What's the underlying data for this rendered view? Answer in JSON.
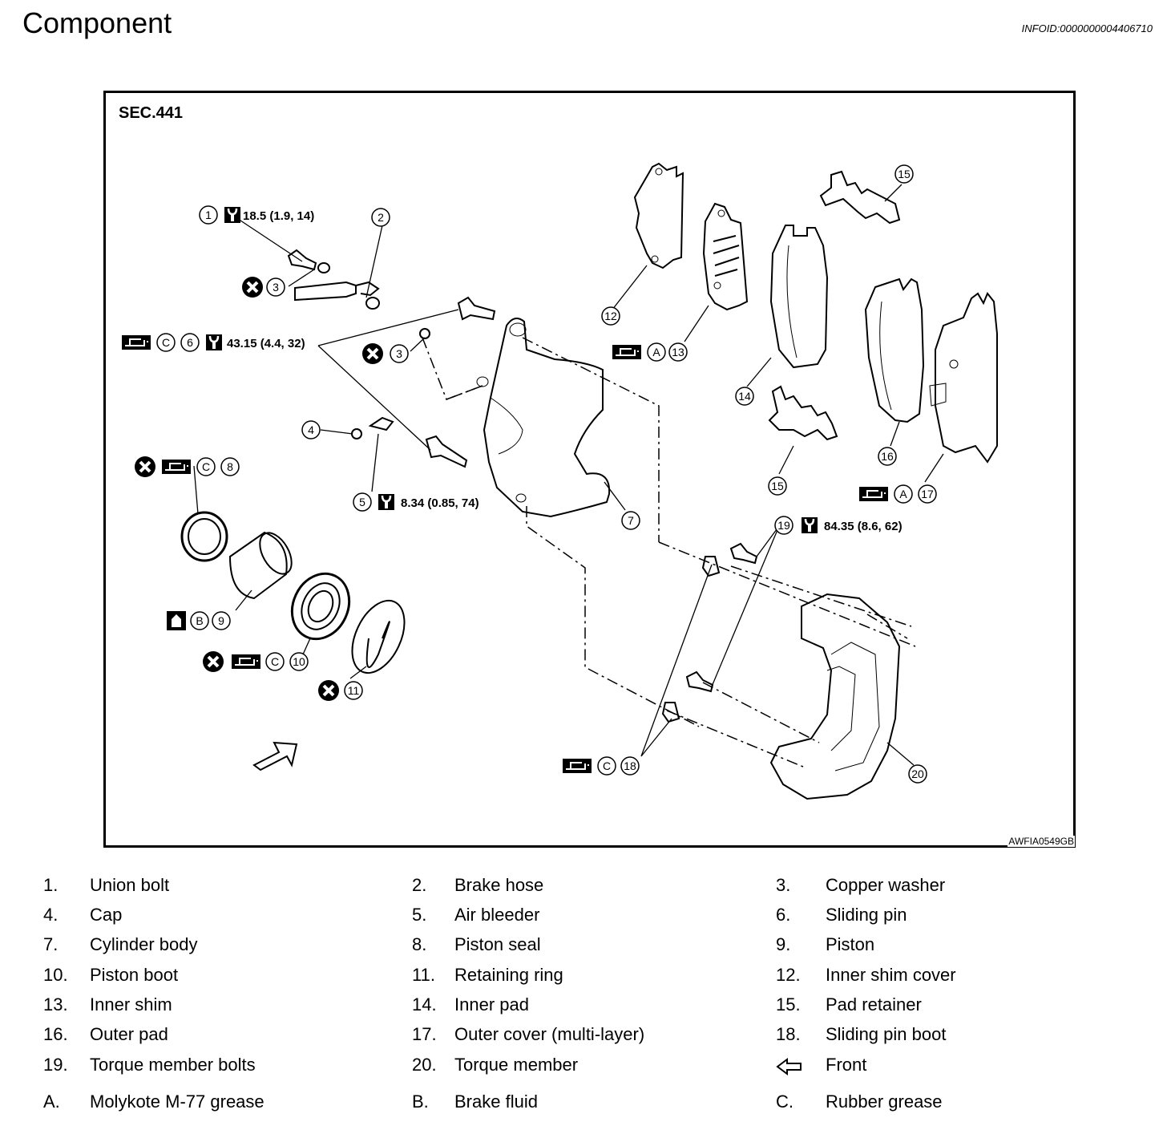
{
  "header": {
    "title": "Component",
    "info_id": "INFOID:0000000004406710"
  },
  "diagram": {
    "section": "SEC.441",
    "figure_code": "AWFIA0549GB",
    "torques": {
      "t1": "18.5 (1.9, 14)",
      "t6": "43.15 (4.4, 32)",
      "t5": "8.34 (0.85, 74)",
      "t19": "84.35 (8.6, 62)"
    },
    "callouts": [
      "1",
      "2",
      "3",
      "4",
      "5",
      "6",
      "7",
      "8",
      "9",
      "10",
      "11",
      "12",
      "13",
      "14",
      "15",
      "16",
      "17",
      "18",
      "19",
      "20"
    ],
    "letters": [
      "A",
      "B",
      "C"
    ]
  },
  "legend": [
    {
      "num": "1.",
      "text": "Union bolt"
    },
    {
      "num": "2.",
      "text": "Brake hose"
    },
    {
      "num": "3.",
      "text": "Copper washer"
    },
    {
      "num": "4.",
      "text": "Cap"
    },
    {
      "num": "5.",
      "text": "Air bleeder"
    },
    {
      "num": "6.",
      "text": "Sliding pin"
    },
    {
      "num": "7.",
      "text": "Cylinder body"
    },
    {
      "num": "8.",
      "text": "Piston seal"
    },
    {
      "num": "9.",
      "text": "Piston"
    },
    {
      "num": "10.",
      "text": "Piston boot"
    },
    {
      "num": "11.",
      "text": "Retaining ring"
    },
    {
      "num": "12.",
      "text": "Inner shim cover"
    },
    {
      "num": "13.",
      "text": "Inner shim"
    },
    {
      "num": "14.",
      "text": "Inner pad"
    },
    {
      "num": "15.",
      "text": "Pad retainer"
    },
    {
      "num": "16.",
      "text": "Outer pad"
    },
    {
      "num": "17.",
      "text": "Outer cover (multi-layer)"
    },
    {
      "num": "18.",
      "text": "Sliding pin boot"
    },
    {
      "num": "19.",
      "text": "Torque member bolts"
    },
    {
      "num": "20.",
      "text": "Torque member"
    },
    {
      "num": "",
      "text": "Front",
      "icon": "front-arrow-icon"
    },
    {
      "num": "A.",
      "text": "Molykote M-77 grease"
    },
    {
      "num": "B.",
      "text": "Brake fluid"
    },
    {
      "num": "C.",
      "text": "Rubber grease"
    }
  ]
}
